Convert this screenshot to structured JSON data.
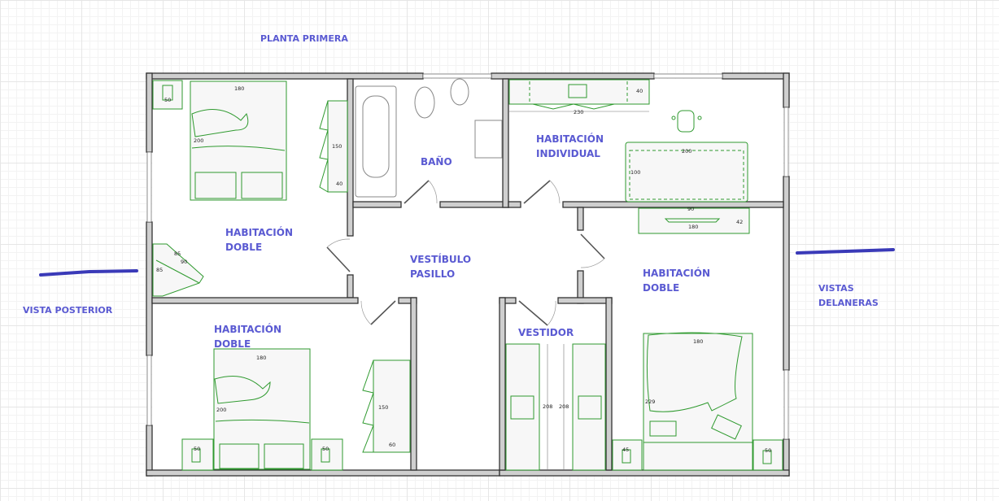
{
  "title": "PLANTA PRIMERA",
  "side_labels": {
    "rear": "VISTA POSTERIOR",
    "front_line1": "VISTAS",
    "front_line2": "DELANERAS"
  },
  "rooms": {
    "double_top_left": {
      "line1": "HABITACIÓN",
      "line2": "DOBLE"
    },
    "bathroom": {
      "line1": "BAÑO"
    },
    "single": {
      "line1": "HABITACIÓN",
      "line2": "INDIVIDUAL"
    },
    "hall": {
      "line1": "VESTÍBULO",
      "line2": "PASILLO"
    },
    "double_right": {
      "line1": "HABITACIÓN",
      "line2": "DOBLE"
    },
    "double_bottom_left": {
      "line1": "HABITACIÓN",
      "line2": "DOBLE"
    },
    "dressing": {
      "line1": "VESTIDOR"
    }
  },
  "dimensions": {
    "tl_bed_w": "180",
    "tl_bed_l": "200",
    "tl_wardrobe_l": "150",
    "tl_wardrobe_d": "40",
    "tl_night": "50",
    "tl_desk_a": "85",
    "tl_desk_b": "90",
    "tl_desk_c": "85",
    "single_shelf_w": "230",
    "single_shelf_d": "40",
    "single_bed_w": "200",
    "single_bed_d": "100",
    "r_tv_w": "90",
    "r_tv_unit": "180",
    "r_tv_d": "42",
    "bl_bed_w": "180",
    "bl_bed_l": "200",
    "bl_wardrobe_l": "150",
    "bl_wardrobe_d": "60",
    "bl_night_l": "50",
    "bl_night_r": "50",
    "dress_h1": "208",
    "dress_h2": "208",
    "r_bed_w": "180",
    "r_bed_l": "229",
    "r_night_l": "45",
    "r_night_r": "50"
  },
  "colors": {
    "label": "#5a5ad2",
    "furniture": "#2f9a2f",
    "marker": "#3a3ab8"
  }
}
